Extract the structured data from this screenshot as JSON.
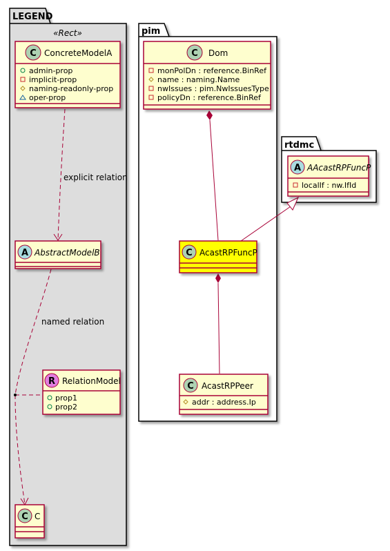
{
  "packages": {
    "legend": {
      "title": "LEGEND",
      "stereotype": "«Rect»"
    },
    "pim": {
      "title": "pim"
    },
    "rtdmc": {
      "title": "rtdmc"
    }
  },
  "classes": {
    "concrete_model_a": {
      "kind_letter": "C",
      "name": "ConcreteModelA",
      "attributes": [
        {
          "vis": "+",
          "text": "admin-prop"
        },
        {
          "vis": "-",
          "text": "implicit-prop"
        },
        {
          "vis": "#",
          "text": "naming-readonly-prop"
        },
        {
          "vis": "~",
          "text": "oper-prop"
        }
      ]
    },
    "abstract_model_b": {
      "kind_letter": "A",
      "name": "AbstractModelB"
    },
    "relation_model": {
      "kind_letter": "R",
      "name": "RelationModel",
      "attributes": [
        {
          "vis": "+",
          "text": "prop1"
        },
        {
          "vis": "+",
          "text": "prop2"
        }
      ]
    },
    "c": {
      "kind_letter": "C",
      "name": "C"
    },
    "dom": {
      "kind_letter": "C",
      "name": "Dom",
      "attributes": [
        {
          "vis": "-",
          "text": "monPolDn : reference.BinRef"
        },
        {
          "vis": "#",
          "text": "name : naming.Name"
        },
        {
          "vis": "-",
          "text": "nwIssues : pim.NwIssuesType"
        },
        {
          "vis": "-",
          "text": "policyDn : reference.BinRef"
        }
      ]
    },
    "acast_rp_func_p": {
      "kind_letter": "C",
      "name": "AcastRPFuncP"
    },
    "acast_rp_peer": {
      "kind_letter": "C",
      "name": "AcastRPPeer",
      "attributes": [
        {
          "vis": "#",
          "text": "addr : address.Ip"
        }
      ]
    },
    "a_acast_rp_func_p": {
      "kind_letter": "A",
      "name": "AAcastRPFuncP",
      "attributes": [
        {
          "vis": "-",
          "text": "localIf : nw.IfId"
        }
      ]
    }
  },
  "relations": {
    "explicit": "explicit relation",
    "named": "named relation"
  },
  "colors": {
    "class_fill": "#fefece",
    "class_border": "#a80036",
    "highlight_fill": "#ffff00",
    "legend_fill": "#dddddd",
    "circle_c": "#add1b2",
    "circle_a": "#a9dcdf",
    "circle_r": "#e27ee0"
  }
}
